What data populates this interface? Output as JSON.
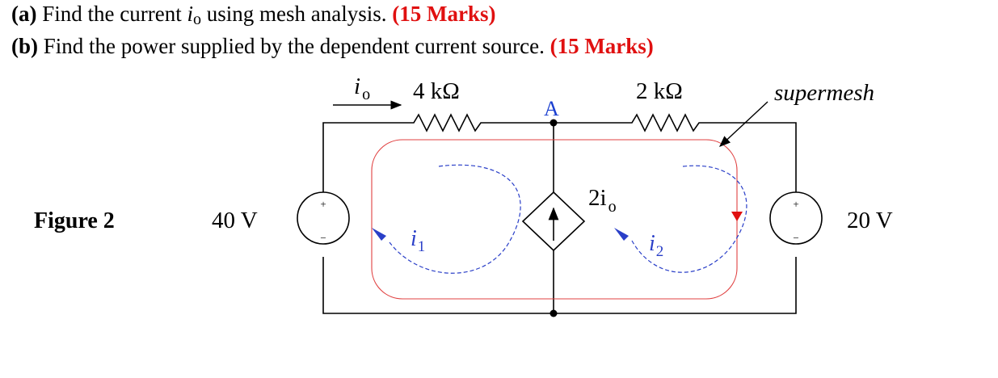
{
  "questions": {
    "a": {
      "tag": "(a)",
      "text_before": "Find the current ",
      "symbol": "i",
      "symbol_sub": "o",
      "text_after": " using mesh analysis.",
      "marks": "(15 Marks)"
    },
    "b": {
      "tag": "(b)",
      "text": "Find the power supplied by the dependent current source.",
      "marks": "(15 Marks)"
    }
  },
  "figure": {
    "label": "Figure 2",
    "resistor_left": "4 kΩ",
    "resistor_right": "2 kΩ",
    "node_a": "A",
    "current_io": "i",
    "current_io_sub": "o",
    "source_left": "40 V",
    "source_right": "20 V",
    "dependent_source": "2i",
    "dependent_source_sub": "o",
    "mesh_1": "i",
    "mesh_1_sub": "1",
    "mesh_2": "i",
    "mesh_2_sub": "2",
    "supermesh_label": "supermesh",
    "plus_sign": "+",
    "minus_sign": "−"
  },
  "colors": {
    "text": "#000000",
    "marks": "#e01010",
    "node_label": "#1a3fd0",
    "mesh_loop": "#2a3fc8",
    "supermesh": "#e04040"
  }
}
